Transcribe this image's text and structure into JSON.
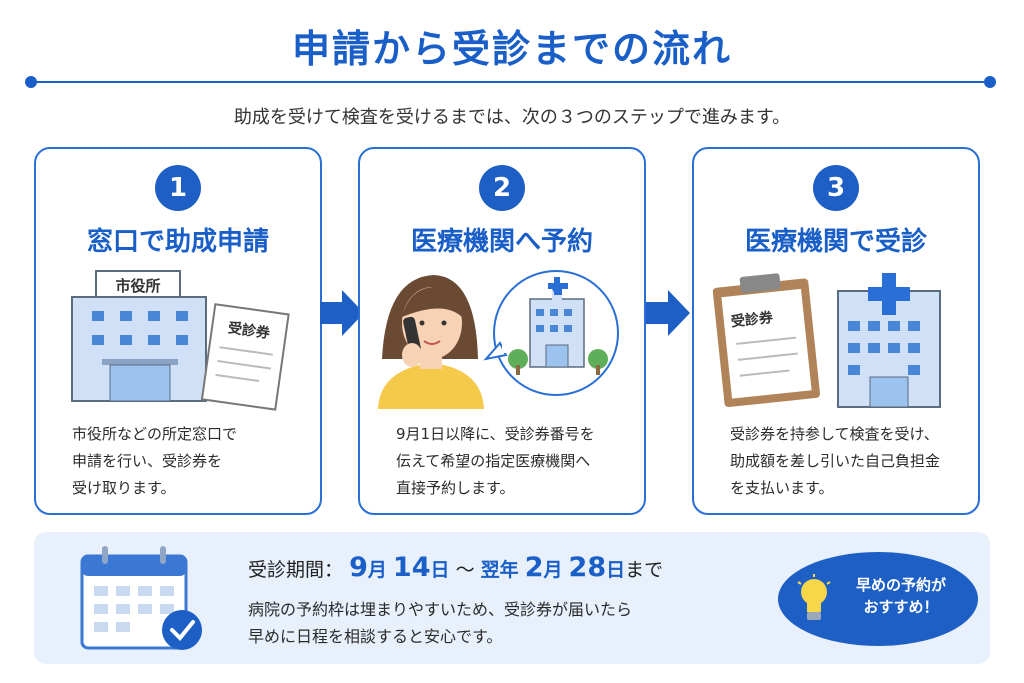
{
  "header": {
    "title": "申請から受診までの流れ",
    "subtitle": "助成を受けて検査を受けるまでは、次の３つのステップで進みます。"
  },
  "steps": [
    {
      "number": "1",
      "title": "窓口で助成申請",
      "text": "市役所などの所定窓口で\n申請を行い、受診券を\n受け取ります。",
      "building_sign": "市役所",
      "ticket_label": "受診券"
    },
    {
      "number": "2",
      "title": "医療機関へ予約",
      "text": "9月1日以降に、受診券番号を\n伝えて希望の指定医療機関へ\n直接予約します。"
    },
    {
      "number": "3",
      "title": "医療機関で受診",
      "text": "受診券を持参して検査を受け、\n助成額を差し引いた自己負担金\nを支払います。",
      "clipboard_label": "受診券"
    }
  ],
  "period": {
    "label": "受診期間：",
    "start_month": "9",
    "month_unit": "月",
    "start_day": "14",
    "day_unit": "日",
    "tilde": "〜",
    "next_year": "翌年",
    "end_month": "2",
    "end_day": "28",
    "suffix": "まで"
  },
  "note": "病院の予約枠は埋まりやすいため、受診券が届いたら\n早めに日程を相談すると安心です。",
  "tip": "早めの予約が\nおすすめ！",
  "colors": {
    "primary": "#1a5fc7",
    "panel": "#e8f0fb",
    "building": "#cfe0f7",
    "skin": "#f7d2b5",
    "hair": "#6b4a34",
    "shirt": "#f5c94a"
  },
  "icons": [
    "city-hall-icon",
    "ticket-icon",
    "arrow-right-icon",
    "woman-on-phone-icon",
    "hospital-icon",
    "tree-icon",
    "clipboard-icon",
    "calendar-icon",
    "check-icon",
    "lightbulb-icon"
  ]
}
